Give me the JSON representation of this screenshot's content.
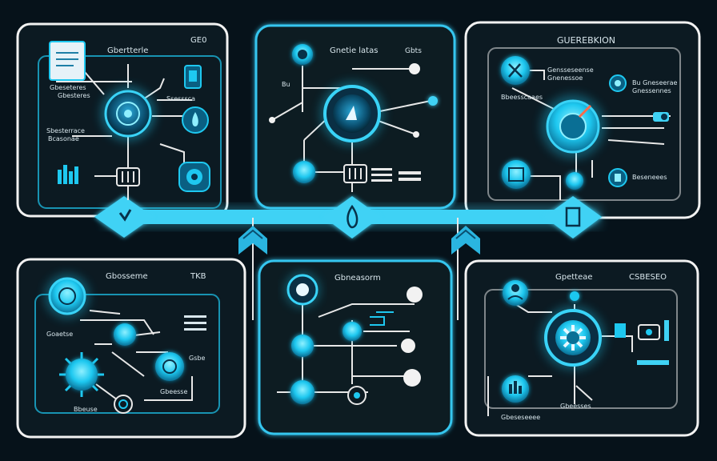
{
  "colors": {
    "background": "#06121a",
    "panel_border": "#f2f2f2",
    "panel_fill": "#0c1a22",
    "accent": "#1ec8f0",
    "accent_dark": "#0a5f82",
    "bus": "#3fd2f5",
    "line": "#e8e8e8",
    "text": "#d8e6ec"
  },
  "panels": [
    {
      "id": "top-left",
      "title": "Gbertterle",
      "corner": "GE0",
      "labels": [
        "Gbeseteres",
        "Gbesteres",
        "Sbesterrace",
        "Bcasonae",
        "Ssesssca"
      ]
    },
    {
      "id": "top-middle",
      "title": "Gnetie latas",
      "corner": "Gbts",
      "labels": [
        "Bu"
      ]
    },
    {
      "id": "top-right",
      "title": "GUEREBKION",
      "corner": "",
      "labels": [
        "Gensseseense",
        "Gnenessoe",
        "Bbeesscaaes",
        "Bu Gneseerae",
        "Gnessennes",
        "Beseneees"
      ]
    },
    {
      "id": "bottom-left",
      "title": "Gbosseme",
      "corner": "TKB",
      "labels": [
        "Goaetse",
        "Gsbe",
        "Gbeesse",
        "Bbeuse"
      ]
    },
    {
      "id": "bottom-middle",
      "title": "Gbneasorm",
      "corner": "",
      "labels": []
    },
    {
      "id": "bottom-right",
      "title": "Gpetteae",
      "corner": "CSBESEO",
      "labels": [
        "Gbeesses",
        "Gbeseseeee"
      ]
    }
  ]
}
